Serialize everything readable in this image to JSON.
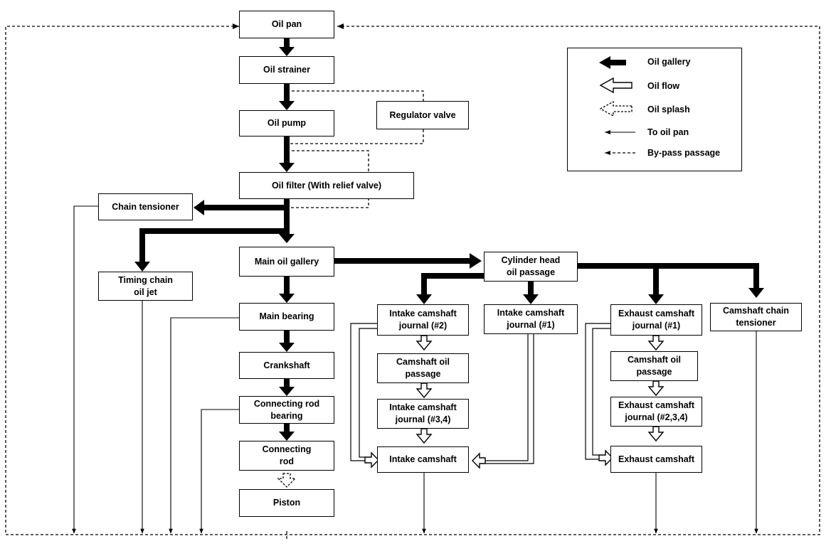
{
  "nodes": {
    "oil_pan": "Oil pan",
    "oil_strainer": "Oil strainer",
    "oil_pump": "Oil pump",
    "regulator_valve": "Regulator valve",
    "oil_filter": "Oil filter  (With relief valve)",
    "chain_tensioner": "Chain tensioner",
    "timing_chain_oil_jet": "Timing chain\noil jet",
    "main_oil_gallery": "Main oil gallery",
    "main_bearing": "Main bearing",
    "crankshaft": "Crankshaft",
    "connecting_rod_bearing": "Connecting rod\nbearing",
    "connecting_rod": "Connecting\nrod",
    "piston": "Piston",
    "cylinder_head_oil_passage": "Cylinder head\noil passage",
    "intake_camshaft_journal_2": "Intake camshaft\njournal (#2)",
    "intake_camshaft_journal_1": "Intake camshaft\njournal (#1)",
    "intake_camshaft_oil_passage": "Camshaft oil\npassage",
    "intake_camshaft_journal_3_4": "Intake camshaft\njournal (#3,4)",
    "intake_camshaft": "Intake camshaft",
    "exhaust_camshaft_journal_1": "Exhaust camshaft\njournal (#1)",
    "exhaust_camshaft_oil_passage": "Camshaft oil\npassage",
    "exhaust_camshaft_journal_2_3_4": "Exhaust camshaft\njournal (#2,3,4)",
    "exhaust_camshaft": "Exhaust camshaft",
    "camshaft_chain_tensioner": "Camshaft chain\ntensioner"
  },
  "legend": {
    "oil_gallery": "Oil gallery",
    "oil_flow": "Oil flow",
    "oil_splash": "Oil splash",
    "to_oil_pan": "To oil pan",
    "bypass_passage": "By-pass passage"
  }
}
